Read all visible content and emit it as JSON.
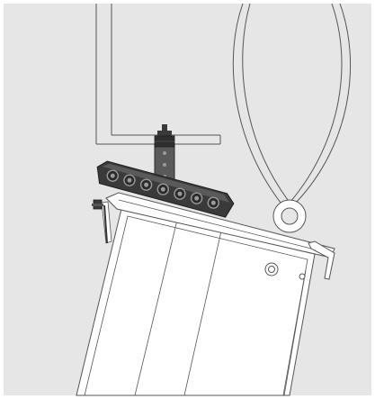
{
  "illustration": {
    "content_text": [],
    "colors": {
      "background": "#e6e6e6",
      "frame": "#ffffff",
      "line": "#555555",
      "metal_dark": "#3a3a3a",
      "metal_mid": "#5a5a5a",
      "hole_fill": "#2a2a2a",
      "hole_ring": "#9a9a9a"
    },
    "parts": [
      "angle-bracket",
      "hanger-bolt",
      "nut",
      "hex-mounting-bar",
      "lifting-cable-loop",
      "cable-ring",
      "cabinet-body",
      "cabinet-lid",
      "lid-latch",
      "cabinet-port",
      "cabinet-screw",
      "side-clip"
    ],
    "hex_hole_count": 7
  }
}
